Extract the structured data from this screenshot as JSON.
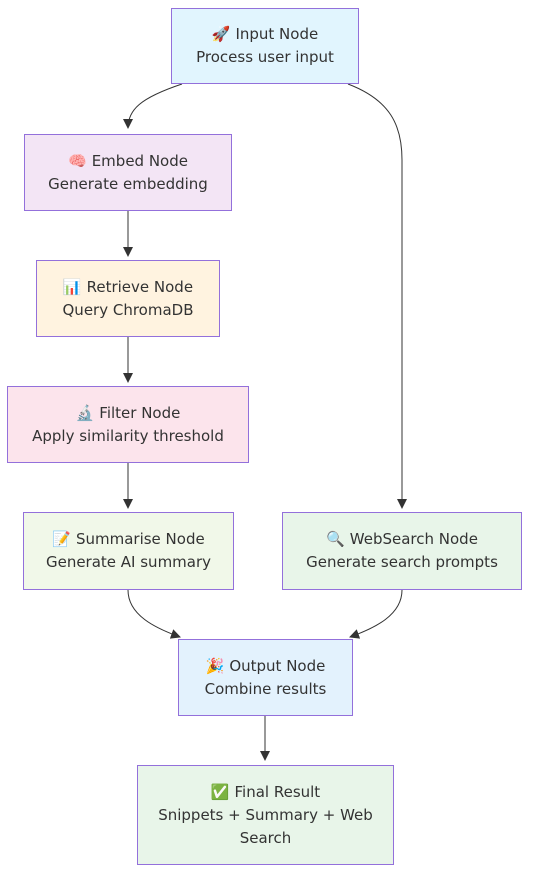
{
  "nodes": {
    "input": {
      "icon": "🚀",
      "title": "Input Node",
      "subtitle": "Process user input",
      "fill": "#e1f5fe",
      "border": "#9370db"
    },
    "embed": {
      "icon": "🧠",
      "title": "Embed Node",
      "subtitle": "Generate embedding",
      "fill": "#f3e5f5",
      "border": "#9370db"
    },
    "retrieve": {
      "icon": "📊",
      "title": "Retrieve Node",
      "subtitle": "Query ChromaDB",
      "fill": "#fff3e0",
      "border": "#9370db"
    },
    "filter": {
      "icon": "🔬",
      "title": "Filter Node",
      "subtitle": "Apply similarity threshold",
      "fill": "#fce4ec",
      "border": "#9370db"
    },
    "summarise": {
      "icon": "📝",
      "title": "Summarise Node",
      "subtitle": "Generate AI summary",
      "fill": "#f1f8e9",
      "border": "#9370db"
    },
    "websearch": {
      "icon": "🔍",
      "title": "WebSearch Node",
      "subtitle": "Generate search prompts",
      "fill": "#e8f5e9",
      "border": "#9370db"
    },
    "output": {
      "icon": "🎉",
      "title": "Output Node",
      "subtitle": "Combine results",
      "fill": "#e3f2fd",
      "border": "#9370db"
    },
    "final": {
      "icon": "✅",
      "title": "Final Result",
      "subtitle": "Snippets + Summary + Web Search",
      "fill": "#e8f5e9",
      "border": "#9370db"
    }
  },
  "edges": [
    {
      "from": "input",
      "to": "embed"
    },
    {
      "from": "input",
      "to": "websearch"
    },
    {
      "from": "embed",
      "to": "retrieve"
    },
    {
      "from": "retrieve",
      "to": "filter"
    },
    {
      "from": "filter",
      "to": "summarise"
    },
    {
      "from": "summarise",
      "to": "output"
    },
    {
      "from": "websearch",
      "to": "output"
    },
    {
      "from": "output",
      "to": "final"
    }
  ],
  "colors": {
    "edge": "#333333",
    "text": "#333333"
  }
}
